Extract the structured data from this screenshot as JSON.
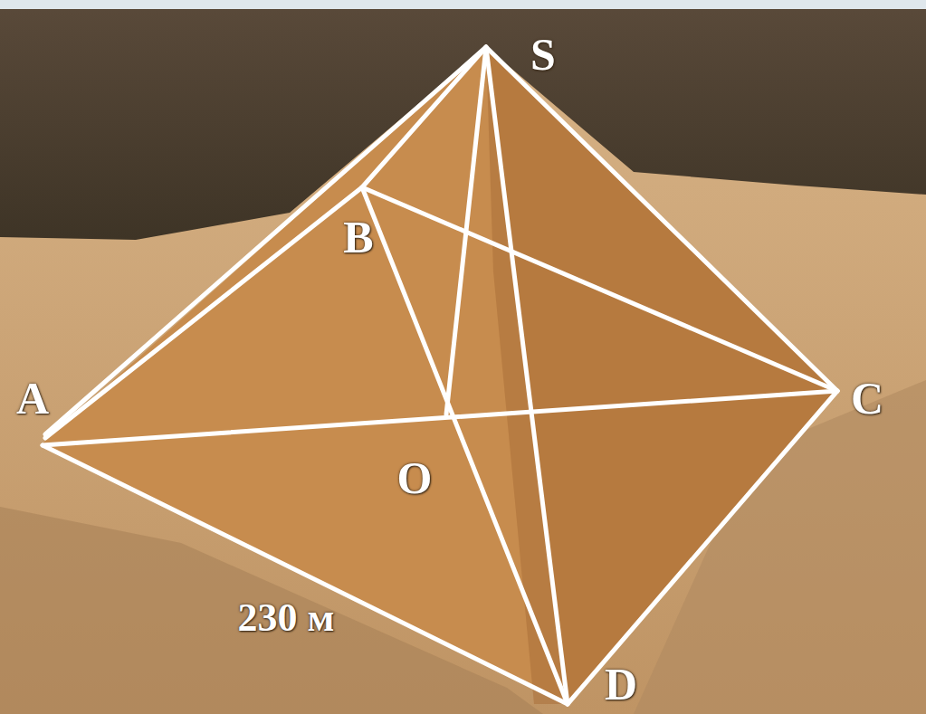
{
  "diagram": {
    "labels": [
      "S",
      "B",
      "A",
      "C",
      "O",
      "D",
      "230 м"
    ]
  }
}
